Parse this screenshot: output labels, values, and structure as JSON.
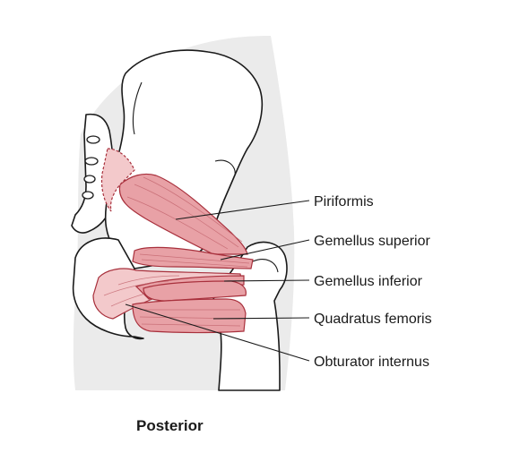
{
  "labels": {
    "piriformis": "Piriformis",
    "gemellus_superior": "Gemellus superior",
    "gemellus_inferior": "Gemellus inferior",
    "quadratus_femoris": "Quadratus femoris",
    "obturator_internus": "Obturator internus"
  },
  "caption": "Posterior",
  "colors": {
    "muscle": "#e8a1a6",
    "muscle_light": "#f3c9cb",
    "muscle_outline": "#a8303c",
    "skin_background": "#ebebeb",
    "bone": "#ffffff"
  }
}
